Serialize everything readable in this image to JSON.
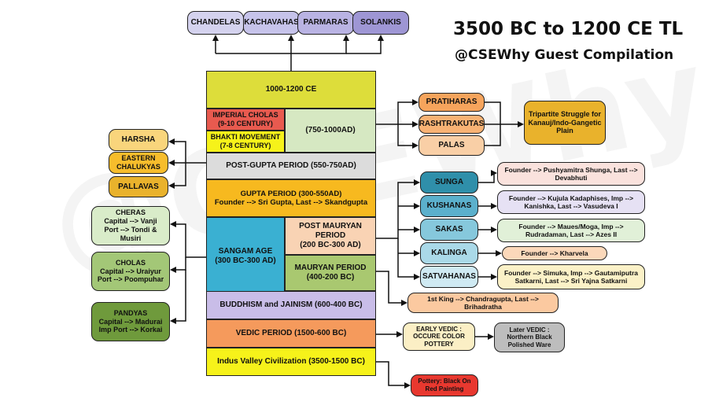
{
  "title": {
    "line1": "3500 BC to 1200 CE TL",
    "line2": "@CSEWhy Guest Compilation"
  },
  "watermark": "@CSEWhy",
  "top_dynasties": [
    {
      "id": "chandelas",
      "label": "CHANDELAS",
      "color": "#d4d2ee"
    },
    {
      "id": "kachavahas",
      "label": "KACHAVAHAS",
      "color": "#c6c3ea"
    },
    {
      "id": "parmaras",
      "label": "PARMARAS",
      "color": "#b9b3e3"
    },
    {
      "id": "solankis",
      "label": "SOLANKIS",
      "color": "#9e96d4"
    }
  ],
  "timeline": {
    "era_1000_1200": {
      "label": "1000-1200 CE",
      "color": "#dddd3a"
    },
    "imperial_cholas": {
      "label": "IMPERIAL CHOLAS (9-10 CENTURY)",
      "color": "#e85a4f"
    },
    "bhakti_movement": {
      "label": "BHAKTI MOVEMENT (7-8 CENTURY)",
      "color": "#f6f21a"
    },
    "era_750_1000": {
      "label": "(750-1000AD)",
      "color": "#d6e8c2"
    },
    "post_gupta": {
      "label": "POST-GUPTA PERIOD (550-750AD)",
      "color": "#dcdcdc"
    },
    "gupta": {
      "line1": "GUPTA PERIOD (300-550AD)",
      "line2": "Founder --> Sri Gupta, Last --> Skandgupta",
      "color": "#f7b91f"
    },
    "sangam": {
      "line1": "SANGAM AGE",
      "line2": "(300 BC-300 AD)",
      "color": "#3ab0d2"
    },
    "post_mauryan": {
      "line1": "POST MAURYAN PERIOD",
      "line2": "(200 BC-300 AD)",
      "color": "#f9d3b4"
    },
    "mauryan": {
      "line1": "MAURYAN PERIOD",
      "line2": "(400-200 BC)",
      "color": "#a9c870"
    },
    "buddhism": {
      "label": "BUDDHISM and JAINISM (600-400 BC)",
      "color": "#c9bde8"
    },
    "vedic": {
      "label": "VEDIC PERIOD (1500-600 BC)",
      "color": "#f59a5c"
    },
    "indus": {
      "label": "Indus Valley Civilization (3500-1500 BC)",
      "color": "#f6f21a"
    }
  },
  "tripartite": {
    "kingdoms": [
      {
        "id": "pratiharas",
        "label": "PRATIHARAS",
        "color": "#f6a45c"
      },
      {
        "id": "rashtrakutas",
        "label": "RASHTRAKUTAS",
        "color": "#f8b274"
      },
      {
        "id": "palas",
        "label": "PALAS",
        "color": "#f9cfa6"
      }
    ],
    "struggle": {
      "label": "Tripartite Struggle for Kanauj/Indo-Gangetic Plain",
      "color": "#e9b22c"
    }
  },
  "post_gupta_kingdoms": [
    {
      "id": "harsha",
      "label": "HARSHA",
      "color": "#f9d57c"
    },
    {
      "id": "eastern-chalukyas",
      "label": "EASTERN CHALUKYAS",
      "color": "#f7bd2c"
    },
    {
      "id": "pallavas",
      "label": "PALLAVAS",
      "color": "#e9b22c"
    }
  ],
  "sangam_kingdoms": [
    {
      "id": "cheras",
      "line1": "CHERAS",
      "line2": "Capital --> Vanji",
      "line3": "Port --> Tondi & Musiri",
      "color": "#d9ecc9"
    },
    {
      "id": "cholas",
      "line1": "CHOLAS",
      "line2": "Capital --> Uraiyur",
      "line3": "Port --> Poompuhar",
      "color": "#a3c777"
    },
    {
      "id": "pandyas",
      "line1": "PANDYAS",
      "line2": "Capital --> Madurai",
      "line3": "Imp Port --> Korkai",
      "color": "#6f9a3c"
    }
  ],
  "post_mauryan_dynasties": [
    {
      "id": "sunga",
      "label": "SUNGA",
      "detail": "Founder --> Pushyamitra Shunga, Last --> Devabhuti",
      "color": "#2f8faa",
      "detail_color": "#fae2dd"
    },
    {
      "id": "kushanas",
      "label": "KUSHANAS",
      "detail": "Founder --> Kujula Kadaphises, Imp --> Kanishka, Last --> Vasudeva I",
      "color": "#5bb0cc",
      "detail_color": "#e6e1f4"
    },
    {
      "id": "sakas",
      "label": "SAKAS",
      "detail": "Founder --> Maues/Moga, Imp --> Rudradaman, Last --> Azes II",
      "color": "#86c8dc",
      "detail_color": "#e1f0d8"
    },
    {
      "id": "kalinga",
      "label": "KALINGA",
      "detail": "Founder --> Kharvela",
      "color": "#aad9e8",
      "detail_color": "#fbd8ba"
    },
    {
      "id": "satvahanas",
      "label": "SATVAHANAS",
      "detail": "Founder --> Simuka, Imp --> Gautamiputra Satkarni, Last --> Sri Yajna Satkarni",
      "color": "#cfeaf3",
      "detail_color": "#fbf1c7"
    }
  ],
  "mauryan_note": {
    "label": "1st King --> Chandragupta, Last --> Brihadratha",
    "color": "#fbc9a0"
  },
  "vedic_notes": {
    "early": {
      "label": "EARLY VEDIC : OCCURE COLOR POTTERY",
      "color": "#fbefc5"
    },
    "later": {
      "label": "Later VEDIC : Northern Black Polished Ware",
      "color": "#bdbdbd"
    }
  },
  "indus_note": {
    "label": "Pottery: Black On Red Painting",
    "color": "#e8382f"
  }
}
